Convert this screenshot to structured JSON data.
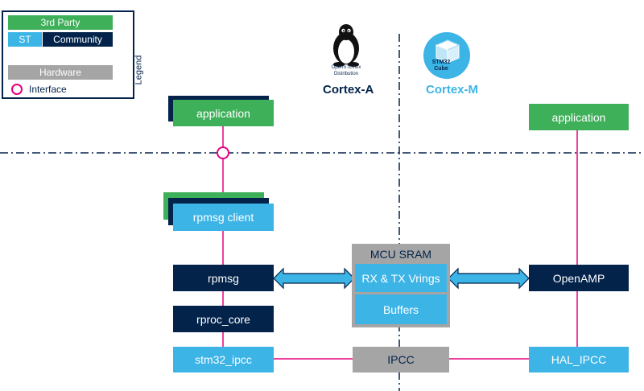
{
  "legend": {
    "title": "Legend",
    "third_party": "3rd Party",
    "st": "ST",
    "community": "Community",
    "hardware": "Hardware",
    "interface": "Interface"
  },
  "cores": {
    "a": {
      "label": "Cortex-A",
      "logo_line1": "OpenSTLinux",
      "logo_line2": "Distribution"
    },
    "m": {
      "label": "Cortex-M",
      "logo_text": "STM32 Cube"
    }
  },
  "left": {
    "application": "application",
    "rpmsg_client": "rpmsg client",
    "rpmsg": "rpmsg",
    "rproc_core": "rproc_core",
    "stm32_ipcc": "stm32_ipcc"
  },
  "middle": {
    "sram_title": "MCU SRAM",
    "vrings": "RX & TX Vrings",
    "buffers": "Buffers",
    "ipcc": "IPCC"
  },
  "right": {
    "application": "application",
    "openamp": "OpenAMP",
    "hal_ipcc": "HAL_IPCC"
  },
  "colors": {
    "third_party": "#3fb05a",
    "st": "#3cb4e6",
    "community": "#03234b",
    "hardware": "#a5a5a5",
    "interface": "#e6007e"
  }
}
